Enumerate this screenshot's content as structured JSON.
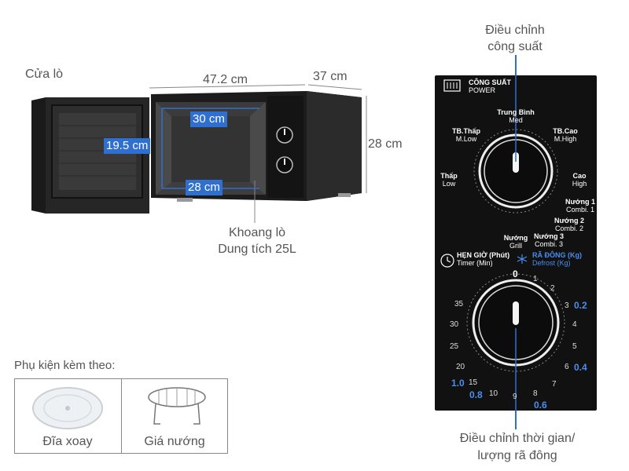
{
  "labels": {
    "door": "Cửa lò",
    "cavity_line1": "Khoang lò",
    "cavity_line2": "Dung tích 25L",
    "power_adjust_line1": "Điều chỉnh",
    "power_adjust_line2": "công suất",
    "timer_adjust_line1": "Điều chỉnh thời gian/",
    "timer_adjust_line2": "lượng rã đông"
  },
  "dimensions": {
    "outer_width": "47.2 cm",
    "outer_depth": "37 cm",
    "outer_height": "28 cm",
    "inner_width": "30 cm",
    "inner_height": "19.5 cm",
    "inner_depth": "28 cm"
  },
  "panel": {
    "power_title": "CÔNG SUẤT",
    "power_subtitle": "POWER",
    "power_levels": [
      {
        "vi": "Trung Bình",
        "en": "Med"
      },
      {
        "vi": "TB.Thấp",
        "en": "M.Low"
      },
      {
        "vi": "TB.Cao",
        "en": "M.High"
      },
      {
        "vi": "Thấp",
        "en": "Low"
      },
      {
        "vi": "Cao",
        "en": "High"
      },
      {
        "vi": "Nướng 1",
        "en": "Combi. 1"
      },
      {
        "vi": "Nướng 2",
        "en": "Combi. 2"
      },
      {
        "vi": "Nướng 3",
        "en": "Combi. 3"
      },
      {
        "vi": "Nướng",
        "en": "Grill"
      }
    ],
    "timer_title": "HẸN GIỜ (Phút)",
    "timer_subtitle": "Timer (Min)",
    "defrost_title": "RÃ ĐÔNG (Kg)",
    "defrost_subtitle": "Defrost (Kg)",
    "timer_numbers": [
      "0",
      "1",
      "2",
      "3",
      "4",
      "5",
      "6",
      "7",
      "8",
      "9",
      "10",
      "15",
      "20",
      "25",
      "30",
      "35"
    ],
    "defrost_numbers": [
      "0.2",
      "0.4",
      "0.6",
      "0.8",
      "1.0"
    ]
  },
  "accessories": {
    "title": "Phụ kiện kèm theo:",
    "items": [
      "Đĩa xoay",
      "Giá nướng"
    ]
  },
  "colors": {
    "accent_blue": "#2f6fcf",
    "panel_black": "#111111"
  }
}
